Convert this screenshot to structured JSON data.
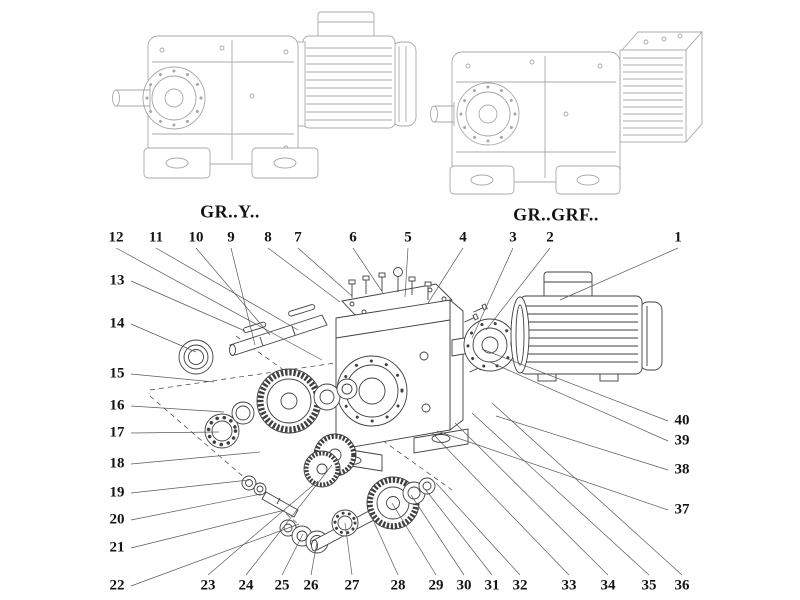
{
  "labels": {
    "left_variant": "GR..Y..",
    "right_variant": "GR..GRF.."
  },
  "callouts": {
    "top": [
      "12",
      "11",
      "10",
      "9",
      "8",
      "7",
      "6",
      "5",
      "4",
      "3",
      "2",
      "1"
    ],
    "left": [
      "13",
      "14",
      "15",
      "16",
      "17",
      "18",
      "19",
      "20",
      "21",
      "22"
    ],
    "bottom": [
      "23",
      "24",
      "25",
      "26",
      "27",
      "28",
      "29",
      "30",
      "31",
      "32",
      "33",
      "34",
      "35",
      "36"
    ],
    "right": [
      "40",
      "39",
      "38",
      "37"
    ]
  },
  "colors": {
    "background": "#ffffff",
    "line_art_light": "#a8a8a8",
    "line_art_dark": "#3f3f3f",
    "leader_line": "#5a5a5a",
    "text": "#141414"
  }
}
